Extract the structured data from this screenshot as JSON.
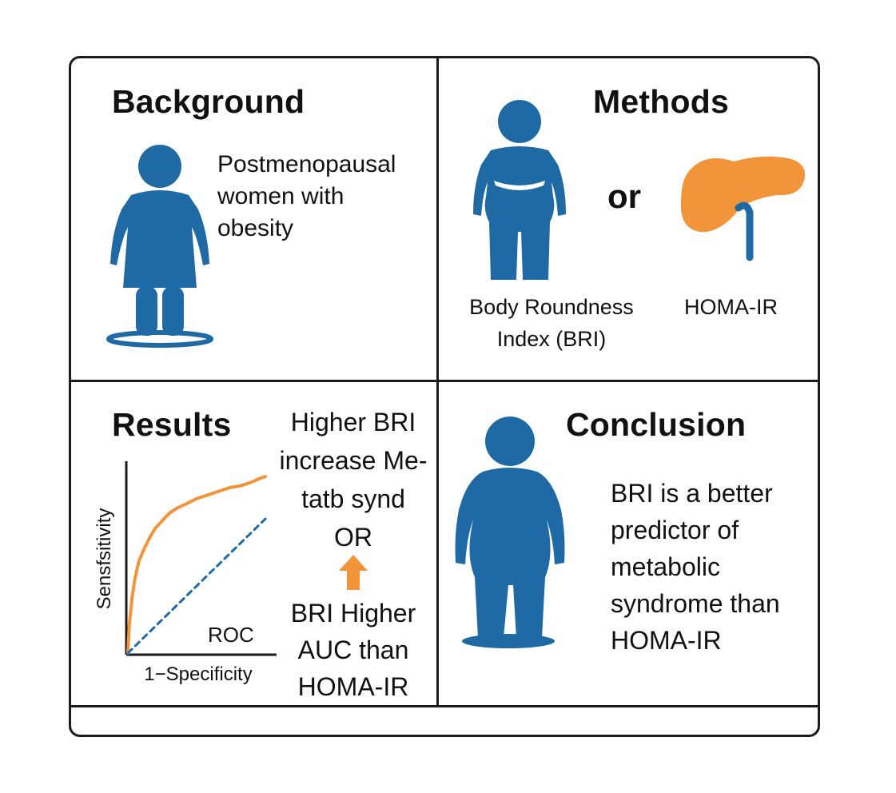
{
  "colors": {
    "figure_blue": "#1f6aa5",
    "accent_orange": "#f2943a",
    "border": "#1b1b1b"
  },
  "background": {
    "heading": "Background",
    "text": [
      "Postmenopausal",
      "women with",
      "obesity"
    ],
    "icon": "woman-figure-icon"
  },
  "methods": {
    "heading": "Methods",
    "or_word": "or",
    "bri_label": [
      "Body Roundness",
      "Index (BRI)"
    ],
    "homa_label": "HOMA-IR",
    "icons": [
      "body-figure-icon",
      "pancreas-icon"
    ]
  },
  "results": {
    "heading": "Results",
    "finding_top": [
      "Higher BRI",
      "increase Me-",
      "tatb synd",
      "OR"
    ],
    "finding_bottom": [
      "BRI Higher",
      "AUC than",
      "HOMA-IR"
    ],
    "icon": "arrow-up-icon",
    "chart_data": {
      "type": "line",
      "title": "",
      "xlabel": "1−Specificity",
      "ylabel": "Sensfsitivity",
      "annotation": "ROC",
      "xlim": [
        0,
        1
      ],
      "ylim": [
        0,
        1
      ],
      "grid": false,
      "series": [
        {
          "style": "solid",
          "color": "#f2943a",
          "x": [
            0.0,
            0.01,
            0.03,
            0.05,
            0.08,
            0.12,
            0.16,
            0.2,
            0.25,
            0.3,
            0.36,
            0.42,
            0.5,
            0.58,
            0.66,
            0.74,
            0.82,
            0.9,
            0.96,
            1.0
          ],
          "y": [
            0.0,
            0.15,
            0.3,
            0.4,
            0.5,
            0.57,
            0.63,
            0.68,
            0.72,
            0.76,
            0.79,
            0.81,
            0.84,
            0.86,
            0.88,
            0.9,
            0.91,
            0.93,
            0.95,
            0.96
          ]
        },
        {
          "style": "dashed",
          "color": "#1f6aa5",
          "x": [
            0.0,
            1.0
          ],
          "y": [
            0.0,
            0.73
          ]
        }
      ]
    }
  },
  "conclusion": {
    "heading": "Conclusion",
    "text": [
      "BRI is a better",
      "predictor of",
      "metabolic",
      "syndrome than",
      "HOMA-IR"
    ],
    "icon": "person-figure-icon"
  }
}
